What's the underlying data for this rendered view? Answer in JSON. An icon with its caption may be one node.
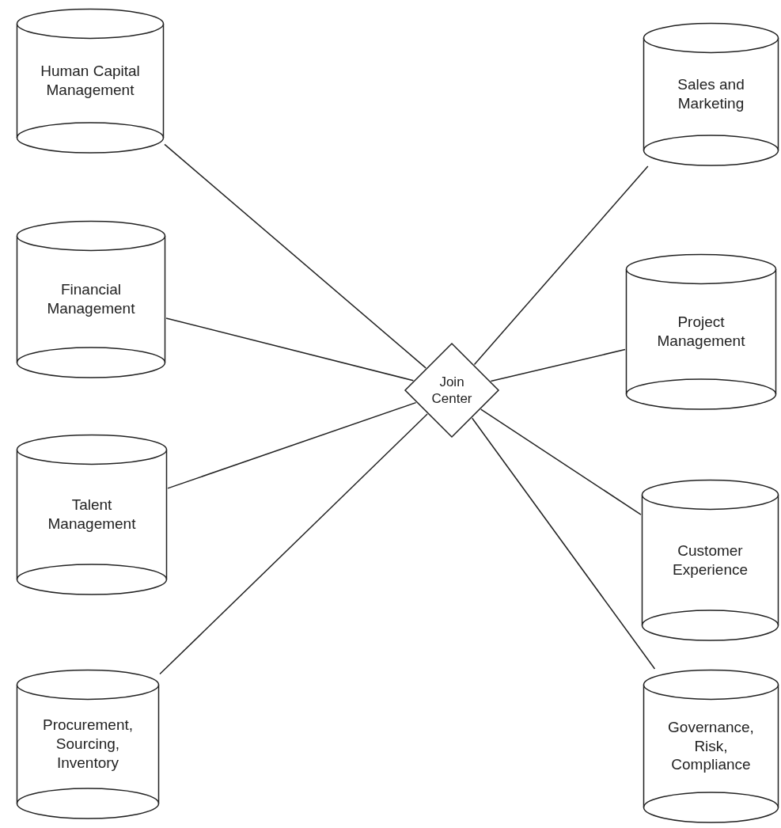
{
  "diagram": {
    "nodes": [
      {
        "text": [
          "Human Capital Management"
        ]
      },
      {
        "text": [
          "Financial Management"
        ]
      },
      {
        "text": [
          "Talent Management"
        ]
      },
      {
        "text": [
          "Procurement, Sourcing, Inventory"
        ]
      },
      {
        "text": [
          "Join Center"
        ]
      },
      {
        "text": [
          "Sales and Marketing"
        ]
      },
      {
        "text": [
          "Project Management"
        ]
      },
      {
        "text": [
          "Customer Experience"
        ]
      },
      {
        "text": [
          "Governance, Risk, Compliance"
        ]
      }
    ],
    "edges": [
      {
        "from": 0,
        "to": 4,
        "arrow": "none"
      },
      {
        "from": 1,
        "to": 4,
        "arrow": "none"
      },
      {
        "from": 2,
        "to": 4,
        "arrow": "none"
      },
      {
        "from": 3,
        "to": 4,
        "arrow": "none"
      },
      {
        "from": 5,
        "to": 4,
        "arrow": "none"
      },
      {
        "from": 6,
        "to": 4,
        "arrow": "none"
      },
      {
        "from": 7,
        "to": 4,
        "arrow": "none"
      },
      {
        "from": 8,
        "to": 4,
        "arrow": "none"
      }
    ]
  }
}
